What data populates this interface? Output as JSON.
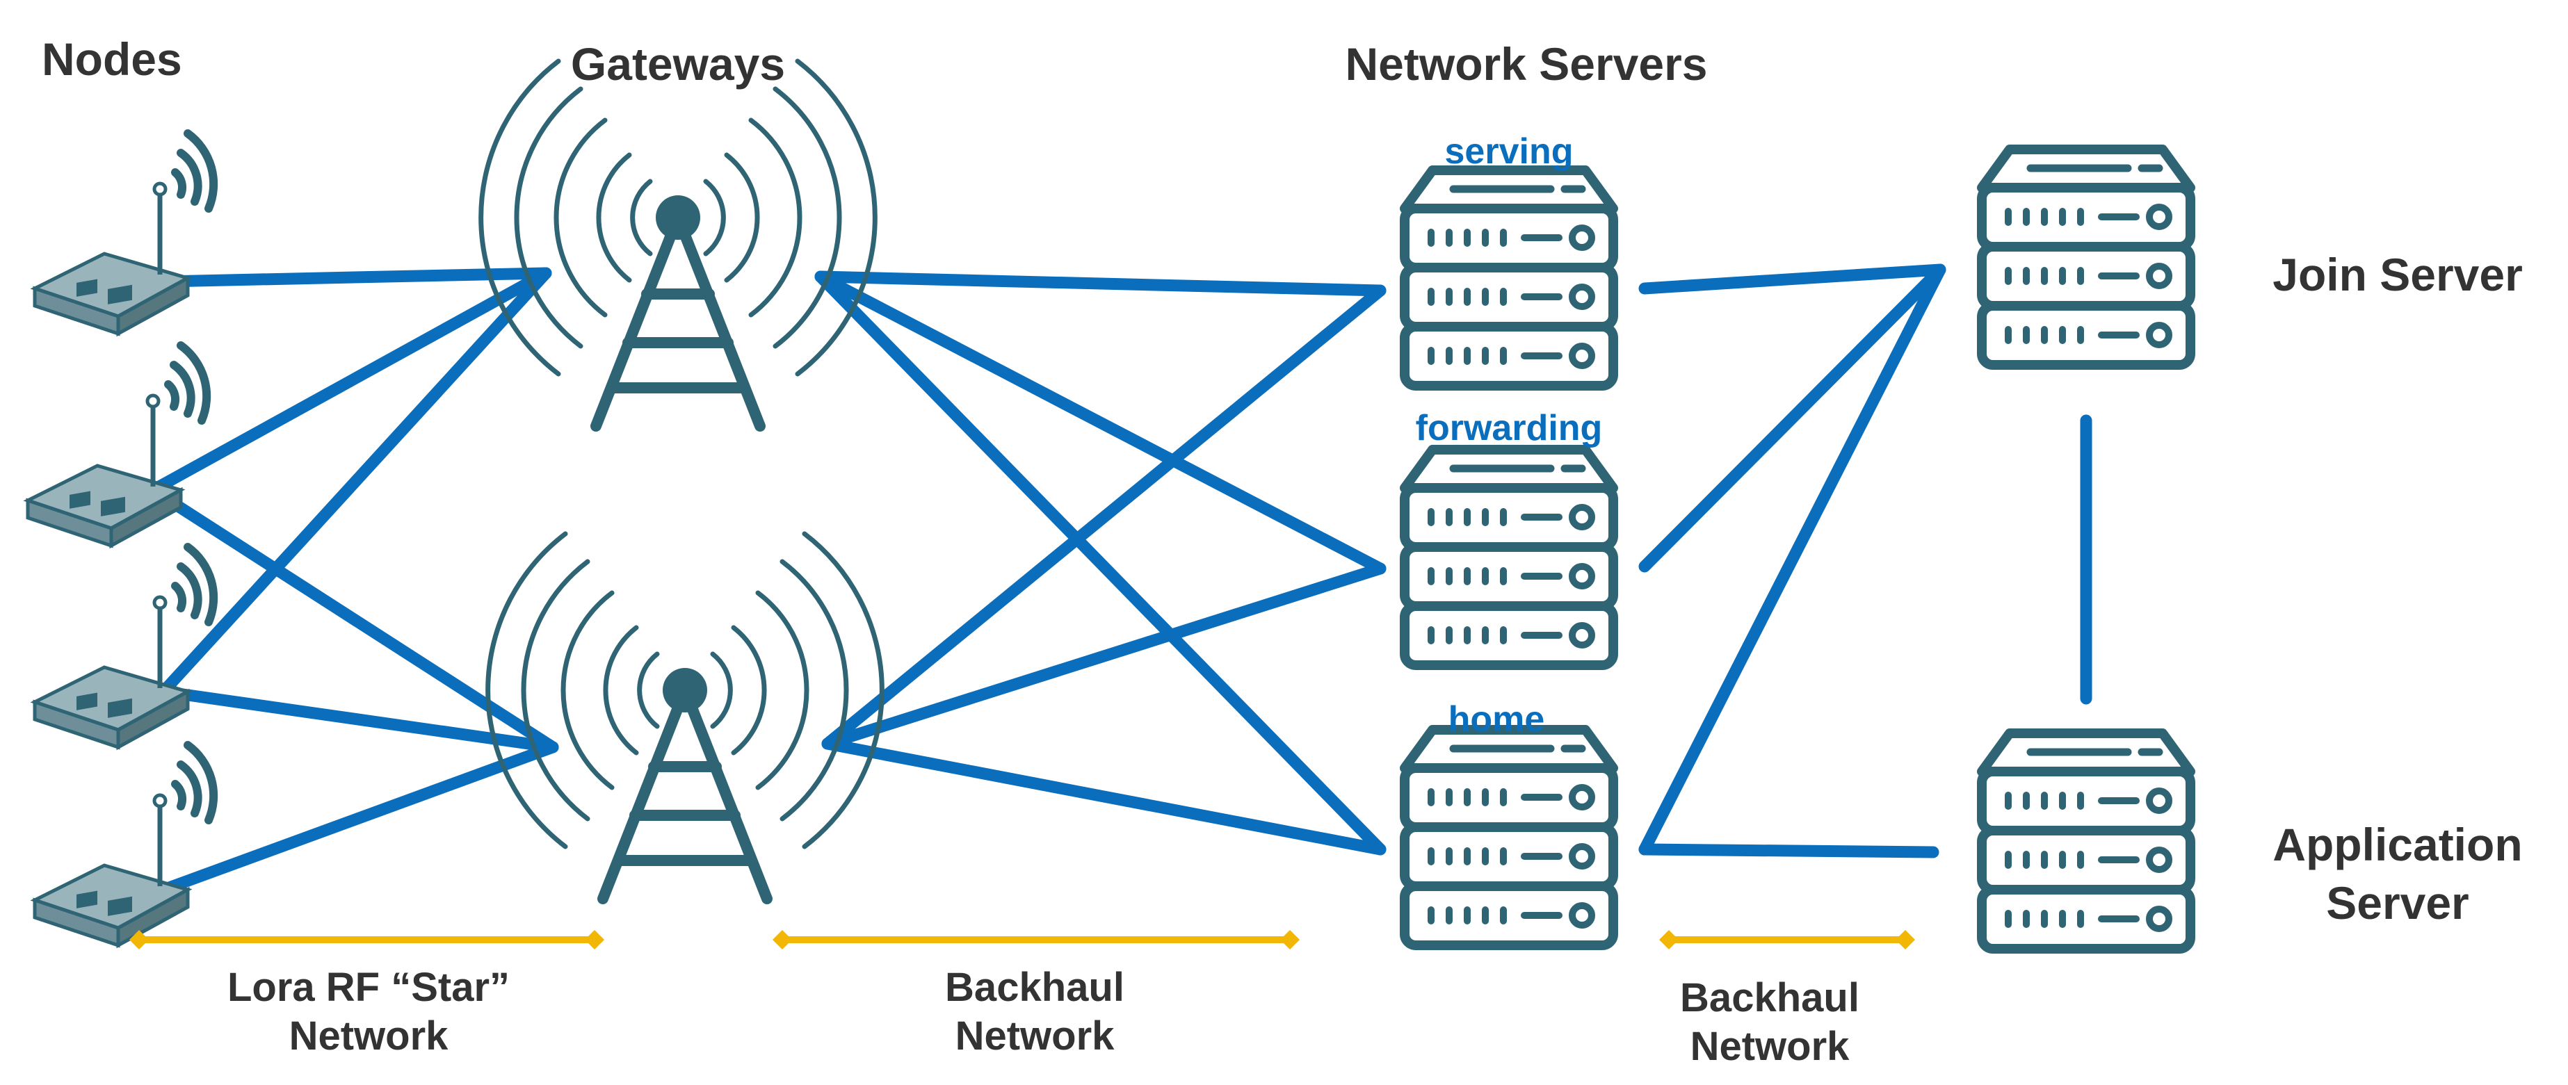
{
  "headings": {
    "nodes": "Nodes",
    "gateways": "Gateways",
    "network_servers": "Network Servers",
    "join_server": "Join Server",
    "application_server_line1": "Application",
    "application_server_line2": "Server"
  },
  "network_server_roles": {
    "serving": "serving",
    "forwarding": "forwarding",
    "home": "home"
  },
  "segments": {
    "lora": {
      "line1": "Lora RF “Star”",
      "line2": "Network"
    },
    "backhaul_1": {
      "line1": "Backhaul",
      "line2": "Network"
    },
    "backhaul_2": {
      "line1": "Backhaul",
      "line2": "Network"
    }
  },
  "colors": {
    "link": "#0A6EBD",
    "icon": "#2F6475",
    "segment_marker": "#F2B705",
    "role_label": "#0A6EBD",
    "heading_text": "#333333"
  },
  "icons": {
    "node": "wireless-sensor-node-icon",
    "gateway": "radio-tower-icon",
    "server": "server-rack-icon"
  }
}
